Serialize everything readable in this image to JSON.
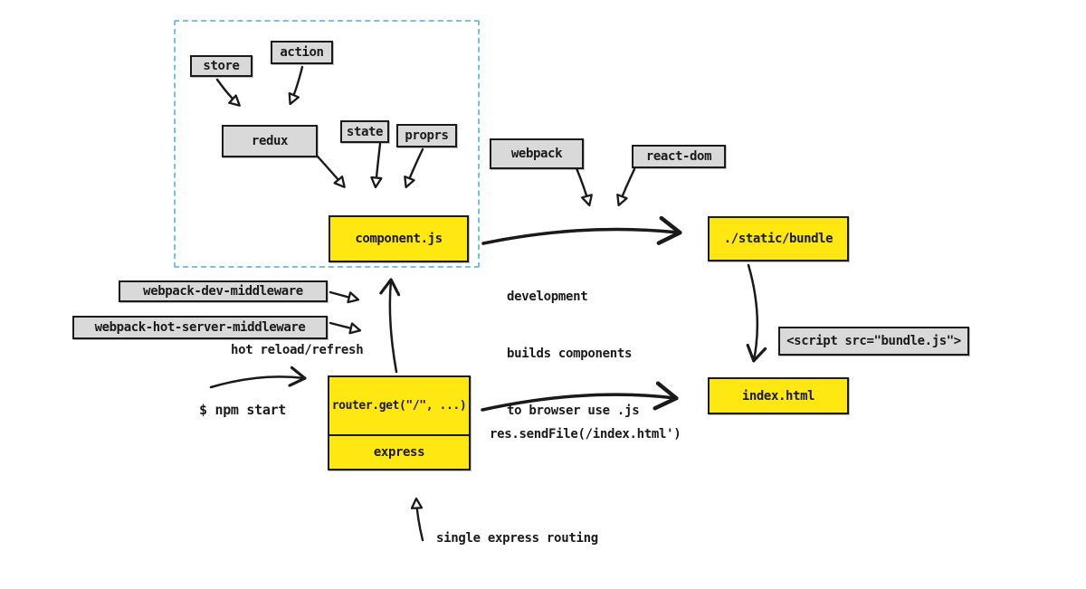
{
  "colors": {
    "node_yellow": "#ffe812",
    "node_gray": "#d9d9d9",
    "stroke": "#1a1a1a",
    "frame_dashed": "#6fc6e2",
    "background": "#ffffff"
  },
  "nodes": {
    "store": {
      "label": "store",
      "type": "gray"
    },
    "action": {
      "label": "action",
      "type": "gray"
    },
    "redux": {
      "label": "redux",
      "type": "gray"
    },
    "state": {
      "label": "state",
      "type": "gray"
    },
    "proprs": {
      "label": "proprs",
      "type": "gray"
    },
    "component_js": {
      "label": "component.js",
      "type": "yellow"
    },
    "webpack": {
      "label": "webpack",
      "type": "gray"
    },
    "react_dom": {
      "label": "react-dom",
      "type": "gray"
    },
    "static_bundle": {
      "label": "./static/bundle",
      "type": "yellow"
    },
    "webpack_dev_middleware": {
      "label": "webpack-dev-middleware",
      "type": "gray"
    },
    "webpack_hot_server_middleware": {
      "label": "webpack-hot-server-middleware",
      "type": "gray"
    },
    "script_tag": {
      "label": "<script src=\"bundle.js\">",
      "type": "gray"
    },
    "router_get": {
      "label": "router.get(\"/\", ...)",
      "type": "yellow"
    },
    "express": {
      "label": "express",
      "type": "yellow"
    },
    "index_html": {
      "label": "index.html",
      "type": "yellow"
    }
  },
  "annotations": {
    "dev_builds_line1": "development",
    "dev_builds_line2": "builds components",
    "dev_builds_line3": "to browser use .js",
    "hot_reload": "hot reload/refresh",
    "npm_start": "$ npm start",
    "send_file": "res.sendFile(/index.html')",
    "single_express": "single express routing"
  },
  "edges": [
    {
      "from": "store",
      "to": "redux"
    },
    {
      "from": "action",
      "to": "redux"
    },
    {
      "from": "redux",
      "to": "component_js"
    },
    {
      "from": "state",
      "to": "component_js"
    },
    {
      "from": "proprs",
      "to": "component_js"
    },
    {
      "from": "webpack",
      "to": "component_js"
    },
    {
      "from": "react_dom",
      "to": "component_js"
    },
    {
      "from": "component_js",
      "to": "static_bundle",
      "label": "development builds components to browser use .js"
    },
    {
      "from": "static_bundle",
      "to": "index_html"
    },
    {
      "from": "webpack_dev_middleware",
      "to": "component_js"
    },
    {
      "from": "webpack_hot_server_middleware",
      "to": "component_js",
      "label": "hot reload/refresh"
    },
    {
      "from": "npm_start_annotation",
      "to": "router_get"
    },
    {
      "from": "router_get",
      "to": "component_js"
    },
    {
      "from": "router_get",
      "to": "index_html",
      "label": "res.sendFile(/index.html')"
    },
    {
      "from": "single_express_routing_annotation",
      "to": "express"
    }
  ]
}
